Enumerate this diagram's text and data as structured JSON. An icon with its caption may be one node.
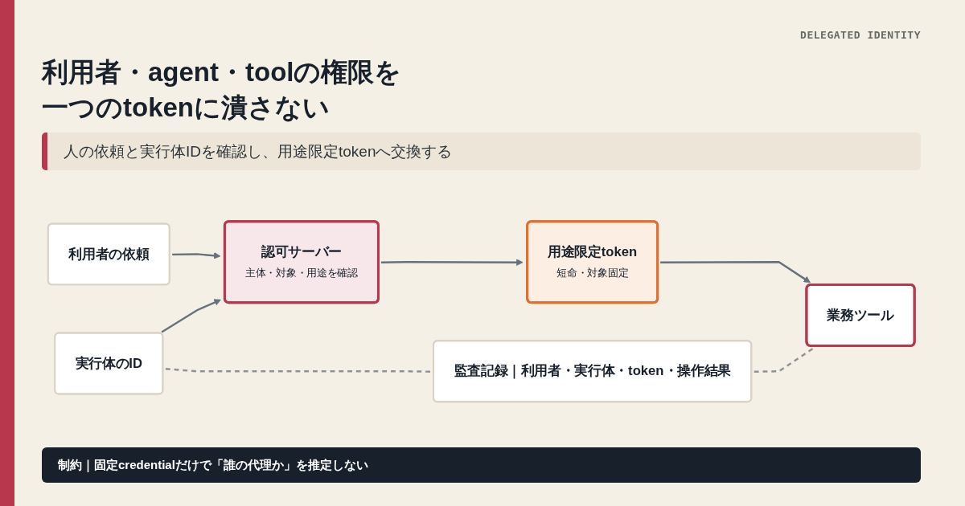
{
  "diagram": {
    "title": "利用者・agent・toolの権限を一つのtokenに潰さない",
    "nodes": [
      {
        "text": [
          "利用者の依頼"
        ]
      },
      {
        "text": [
          "実行体のID"
        ]
      },
      {
        "text": [
          "認可サーバー",
          "主体・対象・用途を確認"
        ]
      },
      {
        "text": [
          "用途限定token",
          "短命・対象固定"
        ]
      },
      {
        "text": [
          "業務ツール"
        ]
      },
      {
        "text": [
          "監査記録｜利用者・実行体・token・操作結果"
        ]
      }
    ],
    "edges": [
      {
        "from": 0,
        "to": 2,
        "arrow": "to"
      },
      {
        "from": 1,
        "to": 2,
        "arrow": "to"
      },
      {
        "from": 2,
        "to": 3,
        "arrow": "to"
      },
      {
        "from": 3,
        "to": 4,
        "arrow": "to"
      },
      {
        "from": 1,
        "to": 5,
        "arrow": "none",
        "style": "dashed",
        "color": "#8e9296"
      },
      {
        "from": 5,
        "to": 4,
        "arrow": "none",
        "style": "dashed",
        "color": "#8e9296"
      }
    ],
    "labels": [
      "DELEGATED IDENTITY",
      "人の依頼と実行体IDを確認し、用途限定tokenへ交換する",
      "制約｜固定credentialだけで「誰の代理か」を推定しない"
    ]
  }
}
